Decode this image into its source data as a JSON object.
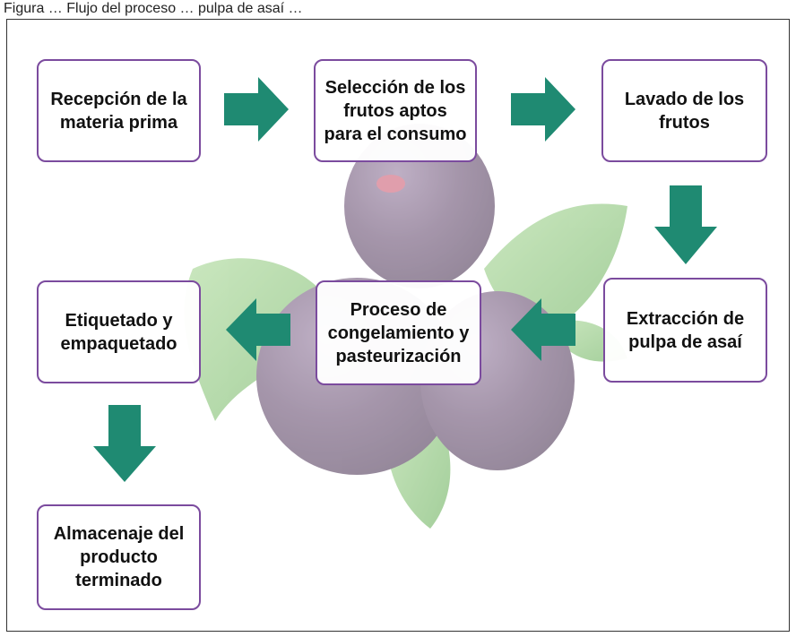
{
  "header": {
    "caption_fragment": "Figura … Flujo del proceso … pulpa de asaí …"
  },
  "colors": {
    "arrow": "#1f8a72",
    "box_border": "#7b4b9e",
    "text": "#111111"
  },
  "steps": [
    {
      "id": "recepcion",
      "label": "Recepción de la\nmateria prima"
    },
    {
      "id": "seleccion",
      "label": "Selección de los\nfrutos aptos\npara el consumo"
    },
    {
      "id": "lavado",
      "label": "Lavado de los\nfrutos"
    },
    {
      "id": "extraccion",
      "label": "Extracción de\npulpa de asaí"
    },
    {
      "id": "proceso",
      "label": "Proceso de\ncongelamiento y\npasteurización"
    },
    {
      "id": "etiquetado",
      "label": "Etiquetado y\nempaquetado"
    },
    {
      "id": "almacenaje",
      "label": "Almacenaje del\nproducto\nterminado"
    }
  ],
  "arrows": [
    {
      "from": "recepcion",
      "to": "seleccion",
      "direction": "right",
      "icon": "arrow-right-icon"
    },
    {
      "from": "seleccion",
      "to": "lavado",
      "direction": "right",
      "icon": "arrow-right-icon"
    },
    {
      "from": "lavado",
      "to": "extraccion",
      "direction": "down",
      "icon": "arrow-down-icon"
    },
    {
      "from": "extraccion",
      "to": "proceso",
      "direction": "left",
      "icon": "arrow-left-icon"
    },
    {
      "from": "proceso",
      "to": "etiquetado",
      "direction": "left",
      "icon": "arrow-left-icon"
    },
    {
      "from": "etiquetado",
      "to": "almacenaje",
      "direction": "down",
      "icon": "arrow-down-icon"
    }
  ]
}
